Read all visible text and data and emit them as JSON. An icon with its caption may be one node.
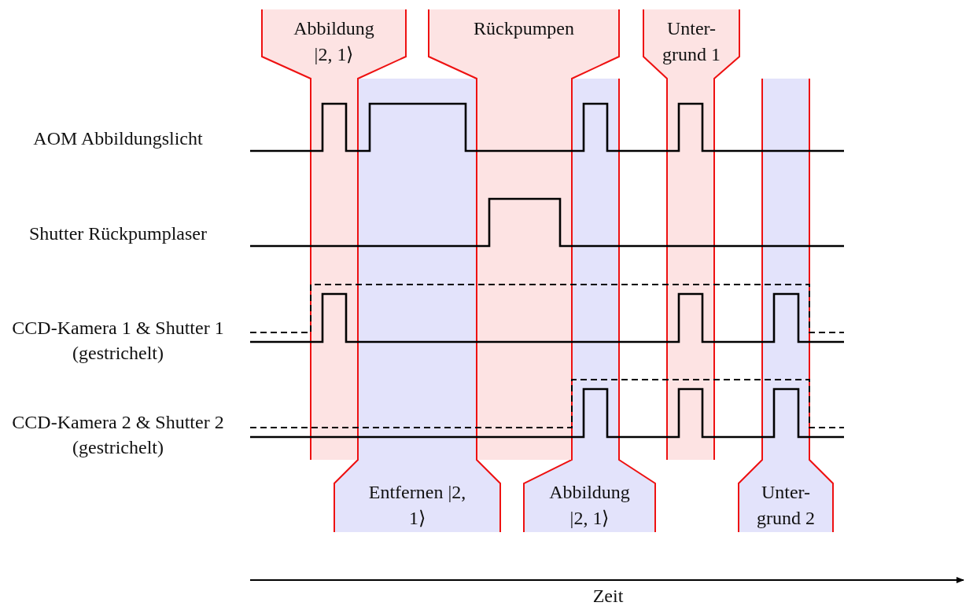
{
  "diagram": {
    "nodes": [
      {
        "text": [
          "Abbildung |2, 1⟩"
        ]
      },
      {
        "text": [
          "Rückpumpen"
        ]
      },
      {
        "text": [
          "Unter- grund 1"
        ]
      },
      {
        "text": [
          "Entfernen |2, 1⟩"
        ]
      },
      {
        "text": [
          "Abbildung |2, 1⟩"
        ]
      },
      {
        "text": [
          "Unter- grund 2"
        ]
      }
    ],
    "edges": [],
    "labels": [
      "AOM Abbildungslicht",
      "Shutter Rückpumplaser",
      "CCD-Kamera 1 & Shutter 1 (gestrichelt)",
      "CCD-Kamera 2 & Shutter 2 (gestrichelt)",
      "Zeit"
    ]
  }
}
